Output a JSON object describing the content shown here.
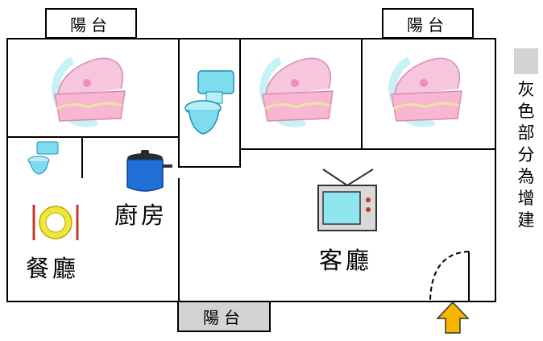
{
  "balconies": [
    {
      "label": "陽台",
      "shaded": false
    },
    {
      "label": "陽台",
      "shaded": false
    },
    {
      "label": "陽台",
      "shaded": true
    }
  ],
  "rooms": {
    "kitchen": "廚房",
    "dining": "餐廳",
    "living": "客廳"
  },
  "legend": {
    "chars": [
      "灰",
      "色",
      "部",
      "分",
      "為",
      "增",
      "建"
    ],
    "swatch_color": "#d3d3d3"
  },
  "icons": [
    "cradle-icon",
    "cradle-icon",
    "cradle-icon",
    "toilet-icon",
    "toilet-icon",
    "pot-icon",
    "plate-icon",
    "tv-icon",
    "up-arrow-icon"
  ],
  "colors": {
    "wall": "#000000",
    "extension_gray": "#d3d3d3",
    "arrow": "#f7b500"
  }
}
